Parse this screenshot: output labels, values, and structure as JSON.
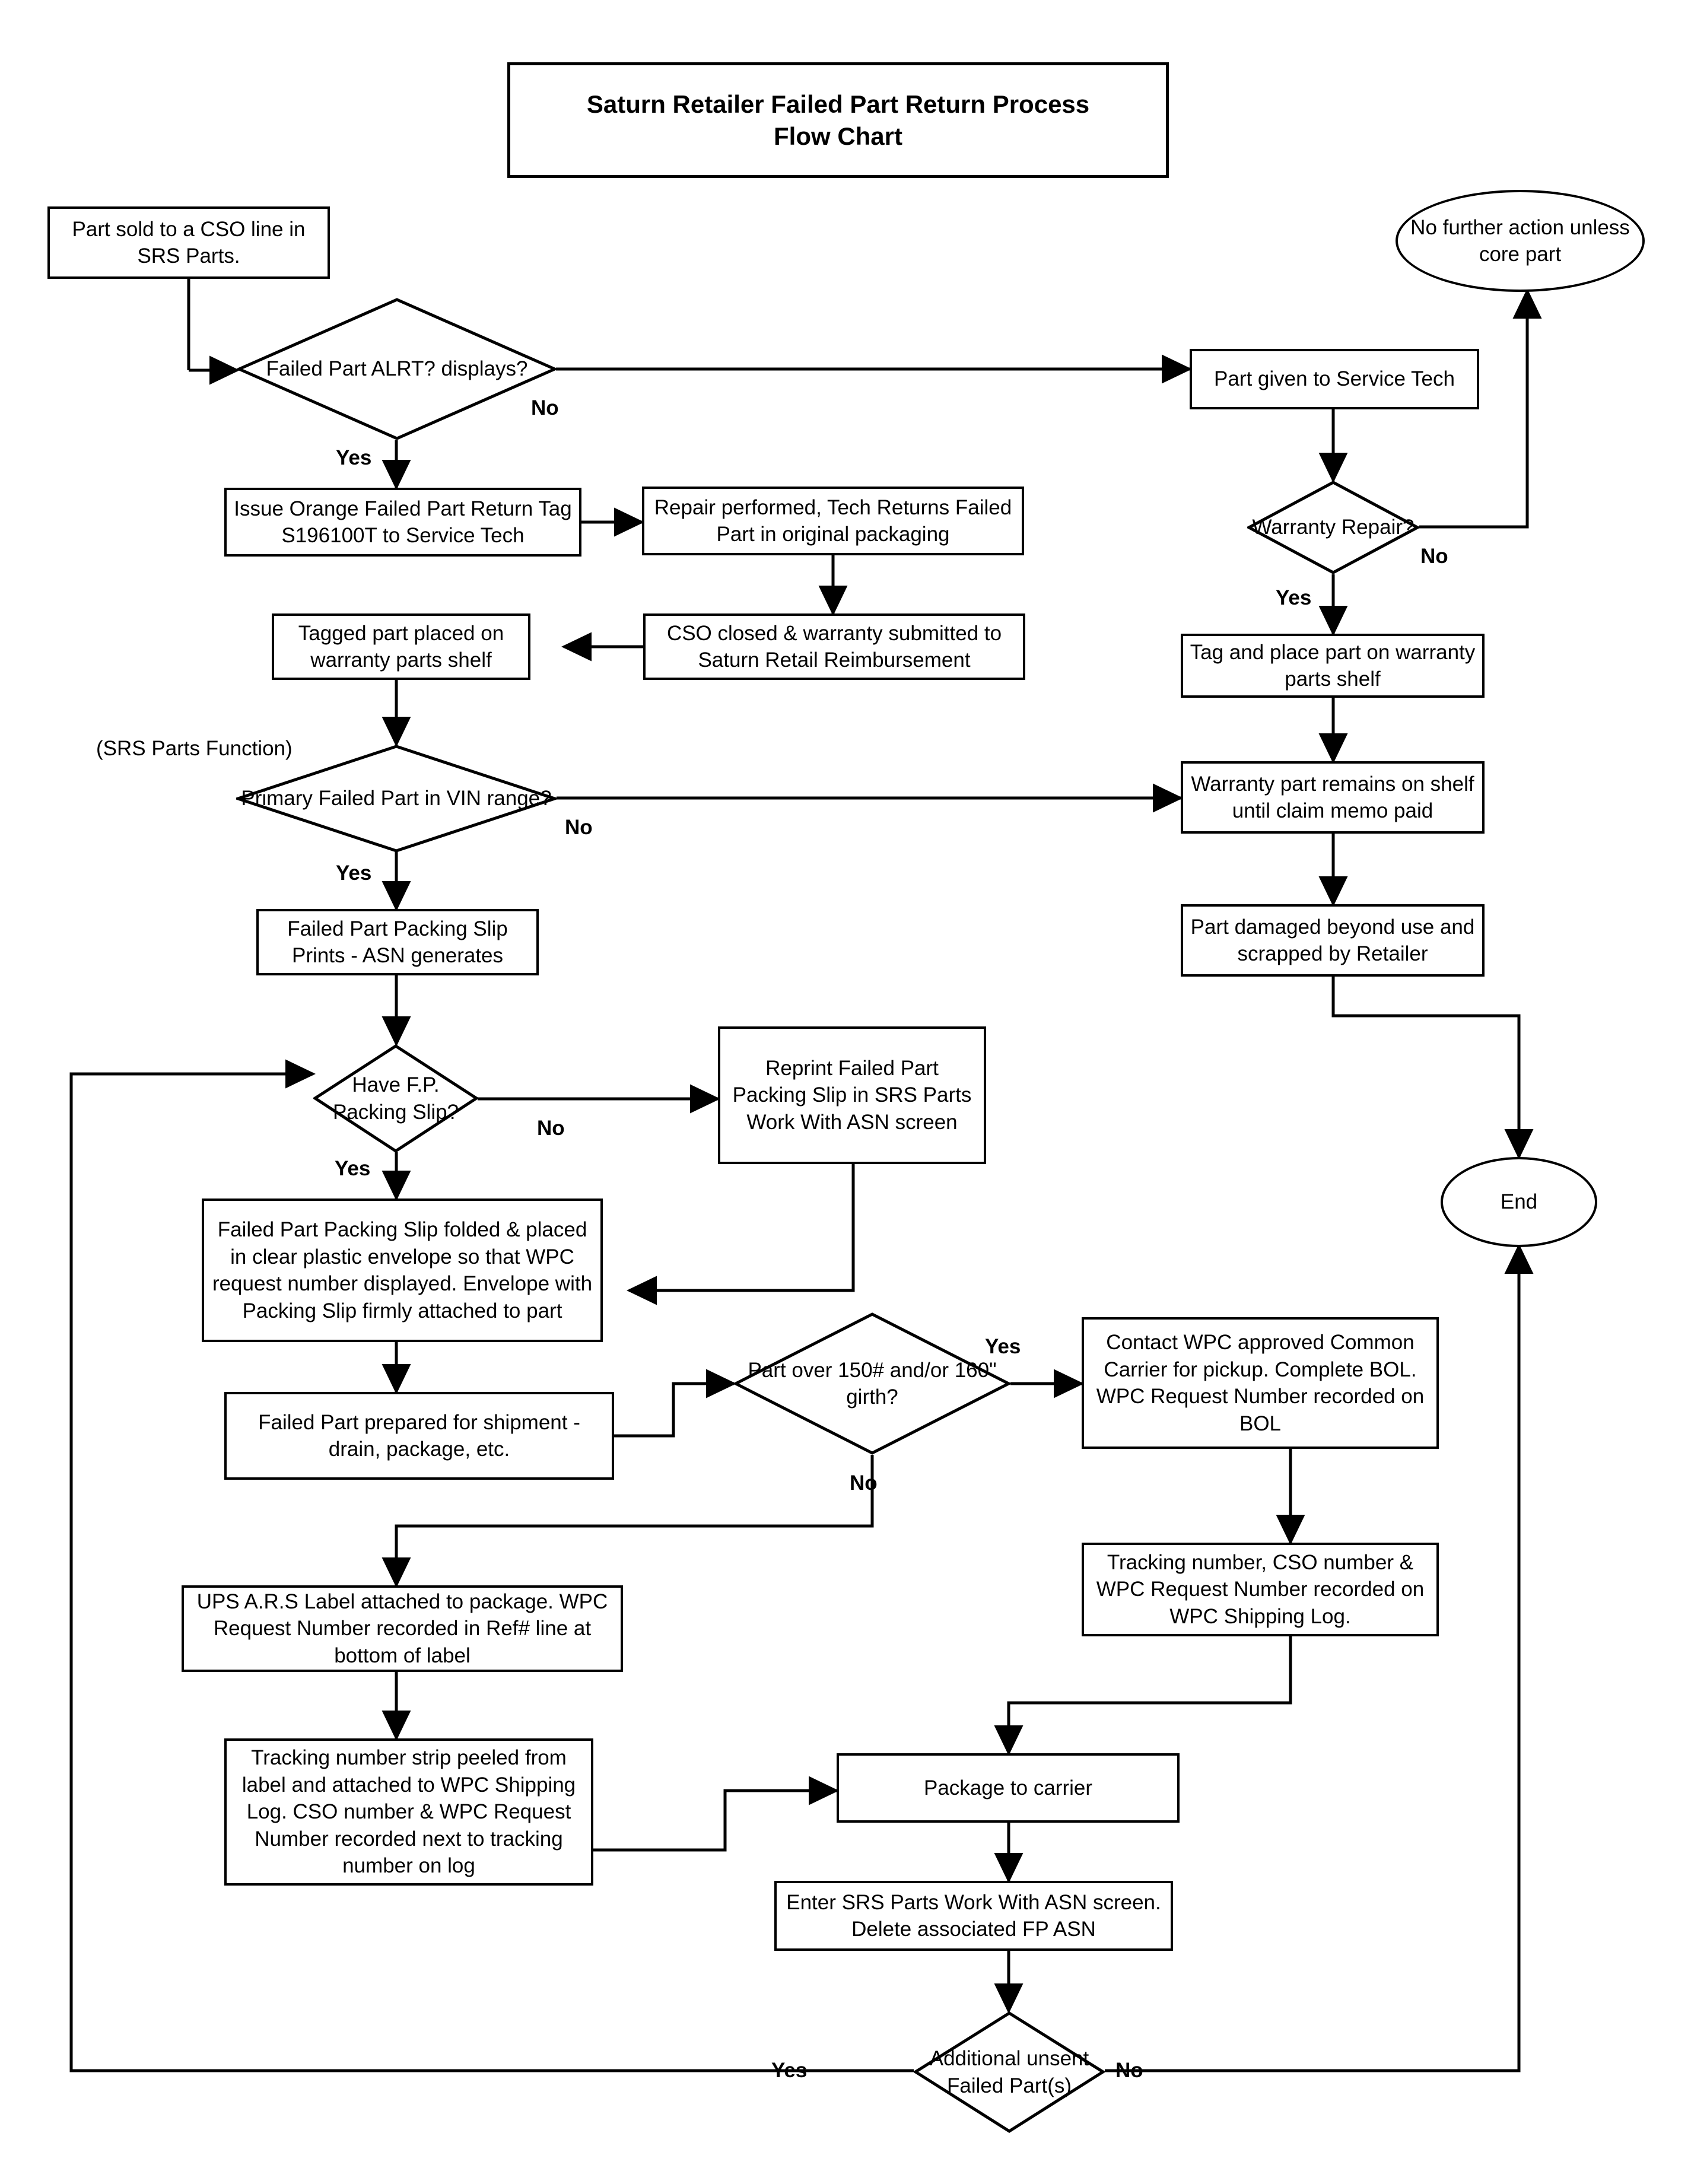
{
  "title_box": {
    "line1": "Saturn Retailer Failed Part Return Process",
    "line2": "Flow Chart"
  },
  "annotations": {
    "srs_parts_function": "(SRS Parts Function)"
  },
  "chart_data": {
    "type": "flowchart",
    "title": "Saturn Retailer Failed Part Return Process Flow Chart",
    "nodes": [
      {
        "id": "n_part_sold",
        "shape": "process",
        "text": "Part sold to a CSO line in SRS Parts."
      },
      {
        "id": "d_alrt",
        "shape": "decision",
        "text": "Failed Part ALRT? displays?"
      },
      {
        "id": "n_service_tech",
        "shape": "process",
        "text": "Part given to Service Tech"
      },
      {
        "id": "t_no_further",
        "shape": "terminal",
        "text": "No further action unless core part"
      },
      {
        "id": "d_warranty",
        "shape": "decision",
        "text": "Warranty Repair?"
      },
      {
        "id": "n_issue_tag",
        "shape": "process",
        "text": "Issue Orange Failed Part Return Tag S196100T to Service Tech"
      },
      {
        "id": "n_repair",
        "shape": "process",
        "text": "Repair performed, Tech Returns Failed Part in original packaging"
      },
      {
        "id": "n_cso_closed",
        "shape": "process",
        "text": "CSO closed & warranty submitted to Saturn Retail Reimbursement"
      },
      {
        "id": "n_tagged_shelf",
        "shape": "process",
        "text": "Tagged part placed on warranty parts shelf"
      },
      {
        "id": "n_tag_place",
        "shape": "process",
        "text": "Tag and place part on warranty parts shelf"
      },
      {
        "id": "n_remains_shelf",
        "shape": "process",
        "text": "Warranty part remains  on shelf until claim memo paid"
      },
      {
        "id": "n_damaged",
        "shape": "process",
        "text": "Part damaged beyond use and scrapped by Retailer"
      },
      {
        "id": "d_vin",
        "shape": "decision",
        "text": "Primary Failed Part in VIN range?"
      },
      {
        "id": "n_packing_prints",
        "shape": "process",
        "text": "Failed Part Packing Slip Prints - ASN generates"
      },
      {
        "id": "d_have_slip",
        "shape": "decision",
        "text": "Have F.P. Packing Slip?"
      },
      {
        "id": "n_reprint",
        "shape": "process",
        "text": "Reprint Failed Part Packing Slip in SRS Parts Work With ASN screen"
      },
      {
        "id": "n_folded",
        "shape": "process",
        "text": "Failed Part Packing Slip folded & placed in clear plastic envelope so that WPC request number displayed. Envelope with Packing Slip firmly attached to part"
      },
      {
        "id": "n_prepared",
        "shape": "process",
        "text": "Failed Part prepared for shipment - drain, package, etc."
      },
      {
        "id": "d_over150",
        "shape": "decision",
        "text": "Part over 150# and/or 160\" girth?"
      },
      {
        "id": "n_contact_wpc",
        "shape": "process",
        "text": "Contact WPC approved Common Carrier for pickup.  Complete BOL.  WPC Request Number recorded  on BOL"
      },
      {
        "id": "n_tracking_log",
        "shape": "process",
        "text": "Tracking number, CSO number & WPC Request Number recorded on WPC Shipping Log."
      },
      {
        "id": "n_ups_label",
        "shape": "process",
        "text": "UPS A.R.S Label attached to package. WPC Request Number recorded in Ref# line at bottom of label"
      },
      {
        "id": "n_strip_peeled",
        "shape": "process",
        "text": "Tracking number strip peeled from label and attached to WPC Shipping Log.  CSO number & WPC Request Number recorded next to tracking number on log"
      },
      {
        "id": "n_package_carrier",
        "shape": "process",
        "text": "Package to carrier"
      },
      {
        "id": "n_enter_srs",
        "shape": "process",
        "text": "Enter SRS Parts Work With ASN screen.  Delete associated FP ASN"
      },
      {
        "id": "d_additional",
        "shape": "decision",
        "text": "Additional unsent Failed Part(s)"
      },
      {
        "id": "t_end",
        "shape": "terminal",
        "text": "End"
      }
    ],
    "edges": [
      {
        "from": "n_part_sold",
        "to": "d_alrt",
        "label": ""
      },
      {
        "from": "d_alrt",
        "to": "n_issue_tag",
        "label": "Yes"
      },
      {
        "from": "d_alrt",
        "to": "n_service_tech",
        "label": "No"
      },
      {
        "from": "n_service_tech",
        "to": "d_warranty",
        "label": ""
      },
      {
        "from": "d_warranty",
        "to": "t_no_further",
        "label": "No"
      },
      {
        "from": "d_warranty",
        "to": "n_tag_place",
        "label": "Yes"
      },
      {
        "from": "n_issue_tag",
        "to": "n_repair",
        "label": ""
      },
      {
        "from": "n_repair",
        "to": "n_cso_closed",
        "label": ""
      },
      {
        "from": "n_cso_closed",
        "to": "n_tagged_shelf",
        "label": ""
      },
      {
        "from": "n_tagged_shelf",
        "to": "d_vin",
        "label": ""
      },
      {
        "from": "n_tag_place",
        "to": "n_remains_shelf",
        "label": ""
      },
      {
        "from": "d_vin",
        "to": "n_remains_shelf",
        "label": "No"
      },
      {
        "from": "d_vin",
        "to": "n_packing_prints",
        "label": "Yes"
      },
      {
        "from": "n_remains_shelf",
        "to": "n_damaged",
        "label": ""
      },
      {
        "from": "n_damaged",
        "to": "t_end",
        "label": ""
      },
      {
        "from": "n_packing_prints",
        "to": "d_have_slip",
        "label": ""
      },
      {
        "from": "d_have_slip",
        "to": "n_reprint",
        "label": "No"
      },
      {
        "from": "d_have_slip",
        "to": "n_folded",
        "label": "Yes"
      },
      {
        "from": "n_reprint",
        "to": "n_folded",
        "label": ""
      },
      {
        "from": "n_folded",
        "to": "n_prepared",
        "label": ""
      },
      {
        "from": "n_prepared",
        "to": "d_over150",
        "label": ""
      },
      {
        "from": "d_over150",
        "to": "n_contact_wpc",
        "label": "Yes"
      },
      {
        "from": "d_over150",
        "to": "n_ups_label",
        "label": "No"
      },
      {
        "from": "n_contact_wpc",
        "to": "n_tracking_log",
        "label": ""
      },
      {
        "from": "n_tracking_log",
        "to": "n_package_carrier",
        "label": ""
      },
      {
        "from": "n_ups_label",
        "to": "n_strip_peeled",
        "label": ""
      },
      {
        "from": "n_strip_peeled",
        "to": "n_package_carrier",
        "label": ""
      },
      {
        "from": "n_package_carrier",
        "to": "n_enter_srs",
        "label": ""
      },
      {
        "from": "n_enter_srs",
        "to": "d_additional",
        "label": ""
      },
      {
        "from": "d_additional",
        "to": "d_have_slip",
        "label": "Yes"
      },
      {
        "from": "d_additional",
        "to": "t_end",
        "label": "No"
      }
    ]
  },
  "edge_labels": {
    "alrt_no": "No",
    "alrt_yes": "Yes",
    "warranty_no": "No",
    "warranty_yes": "Yes",
    "vin_no": "No",
    "vin_yes": "Yes",
    "slip_no": "No",
    "slip_yes": "Yes",
    "over150_yes": "Yes",
    "over150_no": "No",
    "additional_yes": "Yes",
    "additional_no": "No"
  },
  "colors": {
    "stroke": "#000000",
    "fill": "#ffffff",
    "text": "#000000"
  }
}
